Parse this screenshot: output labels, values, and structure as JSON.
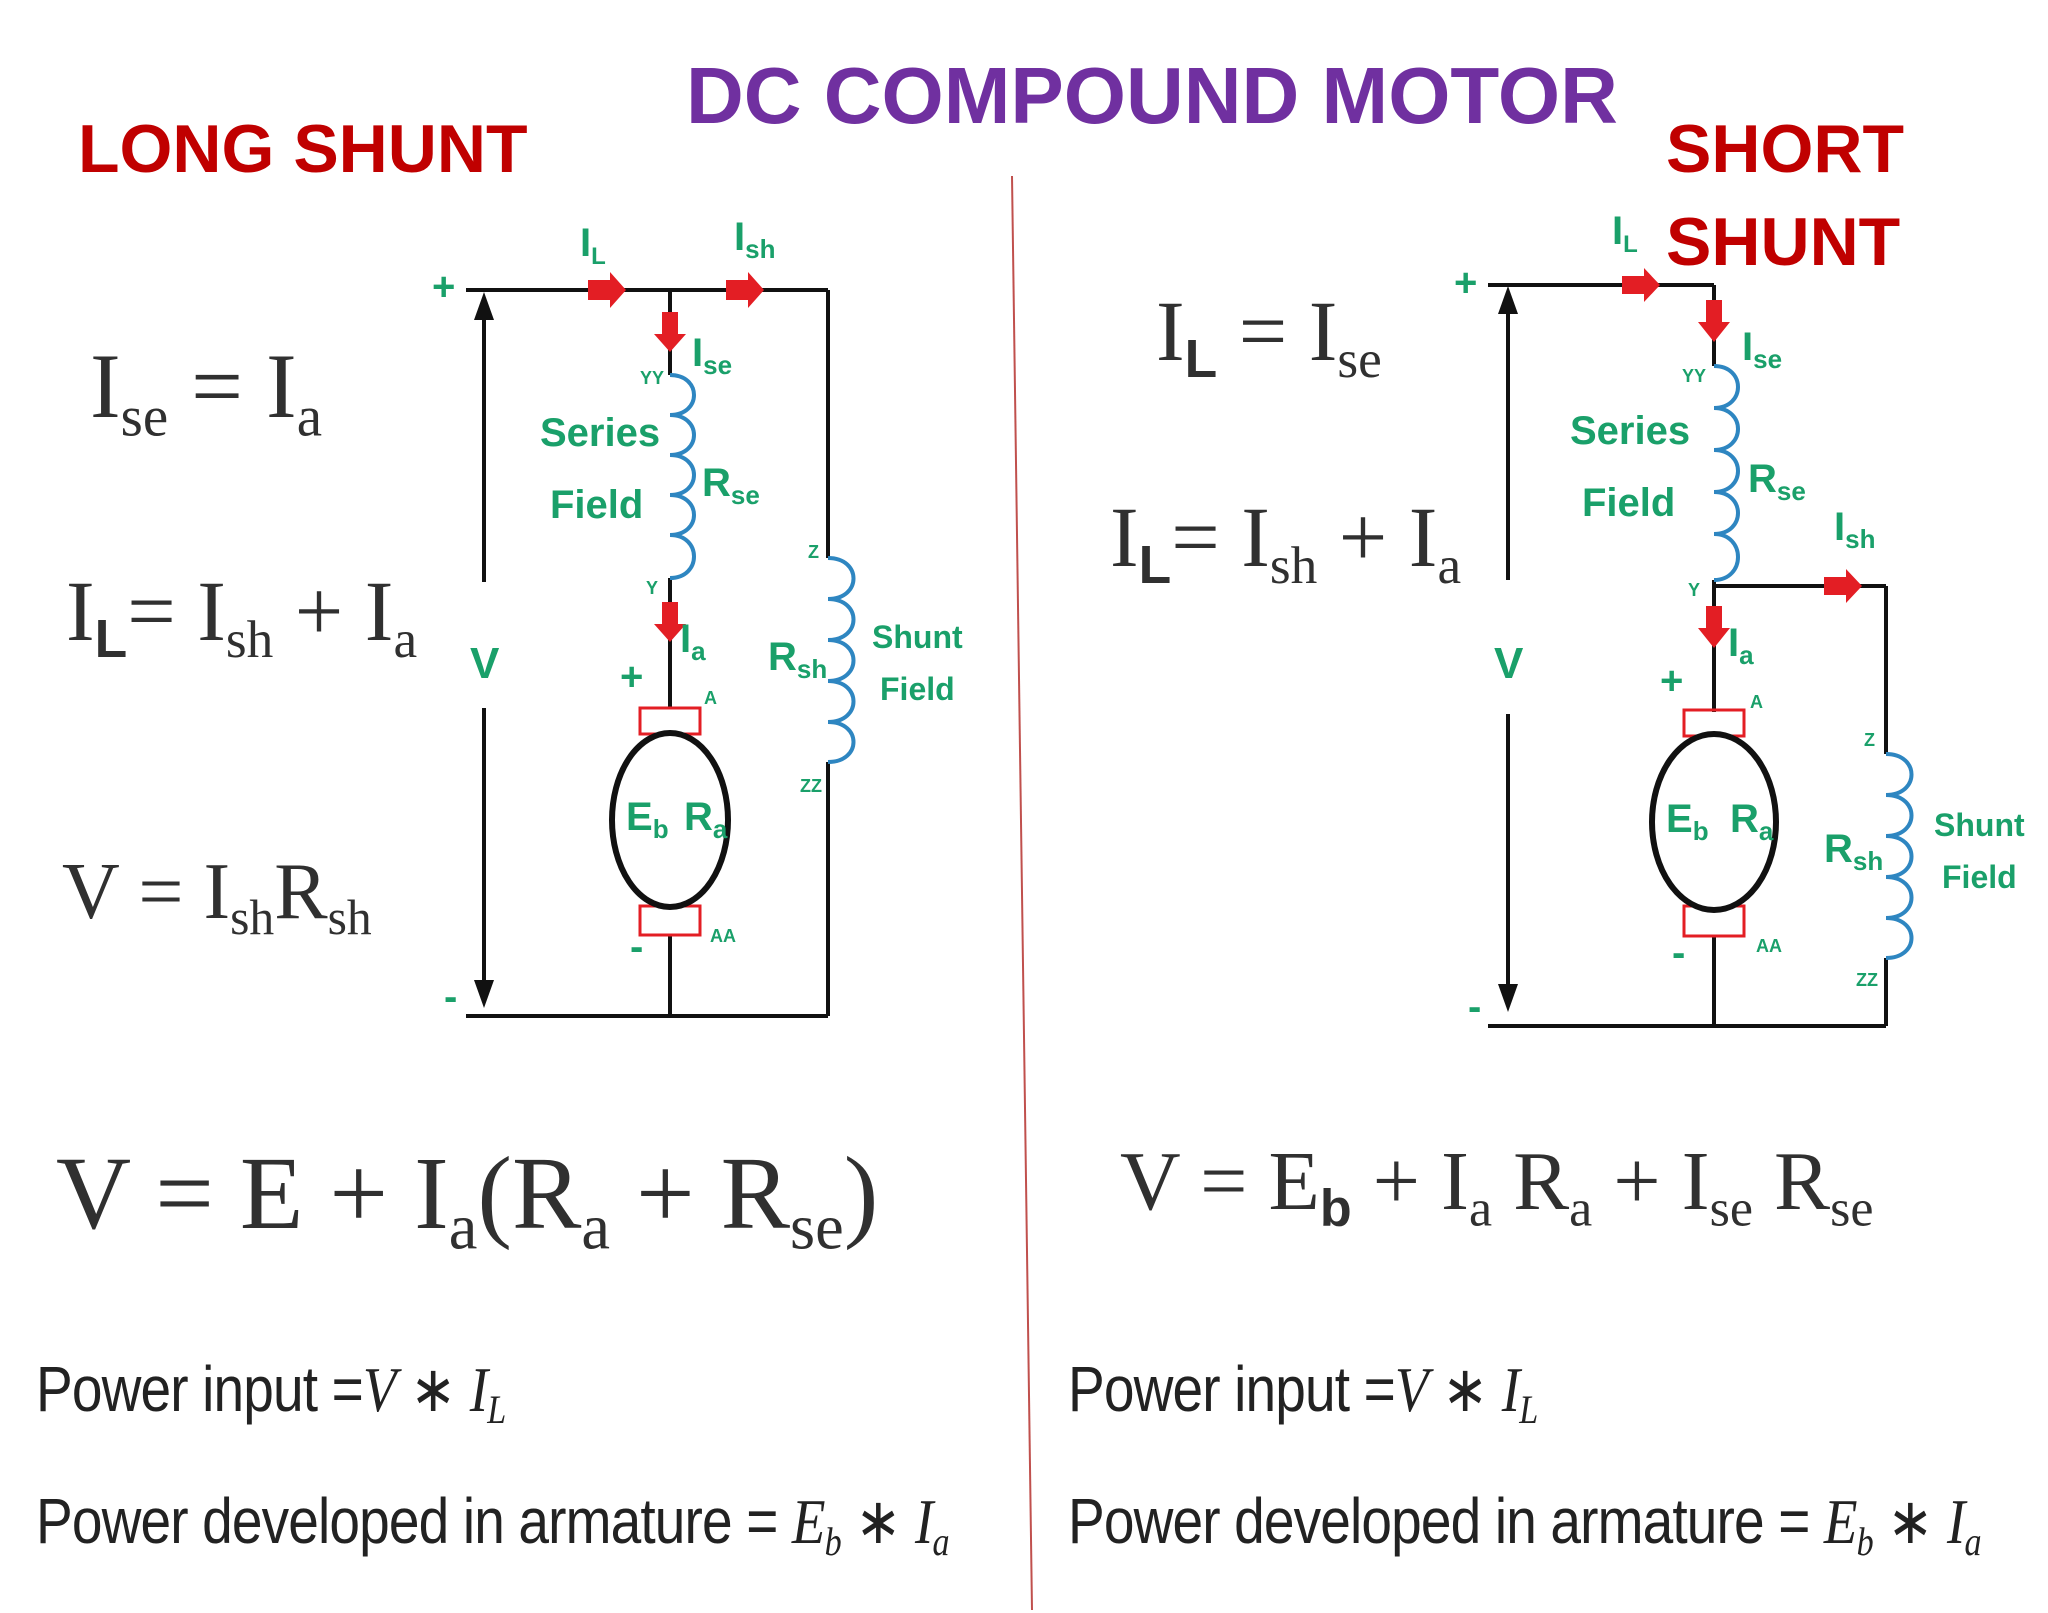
{
  "title": "DC COMPOUND MOTOR",
  "colors": {
    "title": "#7030a0",
    "heading": "#c00000",
    "divider": "#c0504d",
    "label": "#1aa06a",
    "arrow": "#e31e24",
    "wire": "#111111"
  },
  "long_shunt": {
    "heading": "LONG SHUNT",
    "eq1": {
      "lhs": "I",
      "lhs_sub": "se",
      "op": " = ",
      "rhs": "I",
      "rhs_sub": "a"
    },
    "eq2": {
      "a": "I",
      "a_sub": "L",
      "op1": "= ",
      "b": "I",
      "b_sub": "sh",
      "op2": " + ",
      "c": "I",
      "c_sub": "a"
    },
    "eq3": {
      "a": "V",
      "op": " = ",
      "b": "I",
      "b_sub": "sh",
      "c": "R",
      "c_sub": "sh"
    },
    "eq4": {
      "a": "V",
      "op1": " = ",
      "b": "E",
      "op2": " + ",
      "c": "I",
      "c_sub": "a",
      "paren_open": "(",
      "d": "R",
      "d_sub": "a",
      "op3": " + ",
      "e": "R",
      "e_sub": "se",
      "paren_close": ")"
    },
    "power_input": {
      "label": "Power input =",
      "a": "V",
      "op": " ∗ ",
      "b": "I",
      "b_sub": "L"
    },
    "power_dev": {
      "label": "Power developed in armature = ",
      "a": "E",
      "a_sub": "b",
      "op": " ∗ ",
      "b": "I",
      "b_sub": "a"
    },
    "circuit": {
      "I_L": "I",
      "I_L_sub": "L",
      "I_sh": "I",
      "I_sh_sub": "sh",
      "I_se": "I",
      "I_se_sub": "se",
      "I_a": "I",
      "I_a_sub": "a",
      "series_field": [
        "Series",
        "Field"
      ],
      "R_se": "R",
      "R_se_sub": "se",
      "shunt_field": [
        "Shunt",
        "Field"
      ],
      "R_sh": "R",
      "R_sh_sub": "sh",
      "V": "V",
      "E_b": "E",
      "E_b_sub": "b",
      "R_a": "R",
      "R_a_sub": "a",
      "plus": "+",
      "minus": "-",
      "YY": "YY",
      "Y": "Y",
      "Z": "Z",
      "ZZ": "ZZ",
      "A": "A",
      "AA": "AA"
    }
  },
  "short_shunt": {
    "heading": [
      "SHORT",
      "SHUNT"
    ],
    "eq1": {
      "lhs": "I",
      "lhs_sub": "L",
      "op": " = ",
      "rhs": "I",
      "rhs_sub": "se"
    },
    "eq2": {
      "a": "I",
      "a_sub": "L",
      "op1": "= ",
      "b": "I",
      "b_sub": "sh",
      "op2": " + ",
      "c": "I",
      "c_sub": "a"
    },
    "eq3": {
      "a": "V",
      "op1": " = ",
      "b": "E",
      "b_sub": "b",
      "op2": " + ",
      "c": "I",
      "c_sub": "a",
      "d": "R",
      "d_sub": "a",
      "op3": " + ",
      "e": "I",
      "e_sub": "se",
      "f": "R",
      "f_sub": "se"
    },
    "power_input": {
      "label": "Power input =",
      "a": "V",
      "op": " ∗ ",
      "b": "I",
      "b_sub": "L"
    },
    "power_dev": {
      "label": "Power developed in armature = ",
      "a": "E",
      "a_sub": "b",
      "op": " ∗ ",
      "b": "I",
      "b_sub": "a"
    },
    "circuit": {
      "I_L": "I",
      "I_L_sub": "L",
      "I_sh": "I",
      "I_sh_sub": "sh",
      "I_se": "I",
      "I_se_sub": "se",
      "I_a": "I",
      "I_a_sub": "a",
      "series_field": [
        "Series",
        "Field"
      ],
      "R_se": "R",
      "R_se_sub": "se",
      "shunt_field": [
        "Shunt",
        "Field"
      ],
      "R_sh": "R",
      "R_sh_sub": "sh",
      "V": "V",
      "E_b": "E",
      "E_b_sub": "b",
      "R_a": "R",
      "R_a_sub": "a",
      "plus": "+",
      "minus": "-",
      "YY": "YY",
      "Y": "Y",
      "Z": "Z",
      "ZZ": "ZZ",
      "A": "A",
      "AA": "AA"
    }
  }
}
